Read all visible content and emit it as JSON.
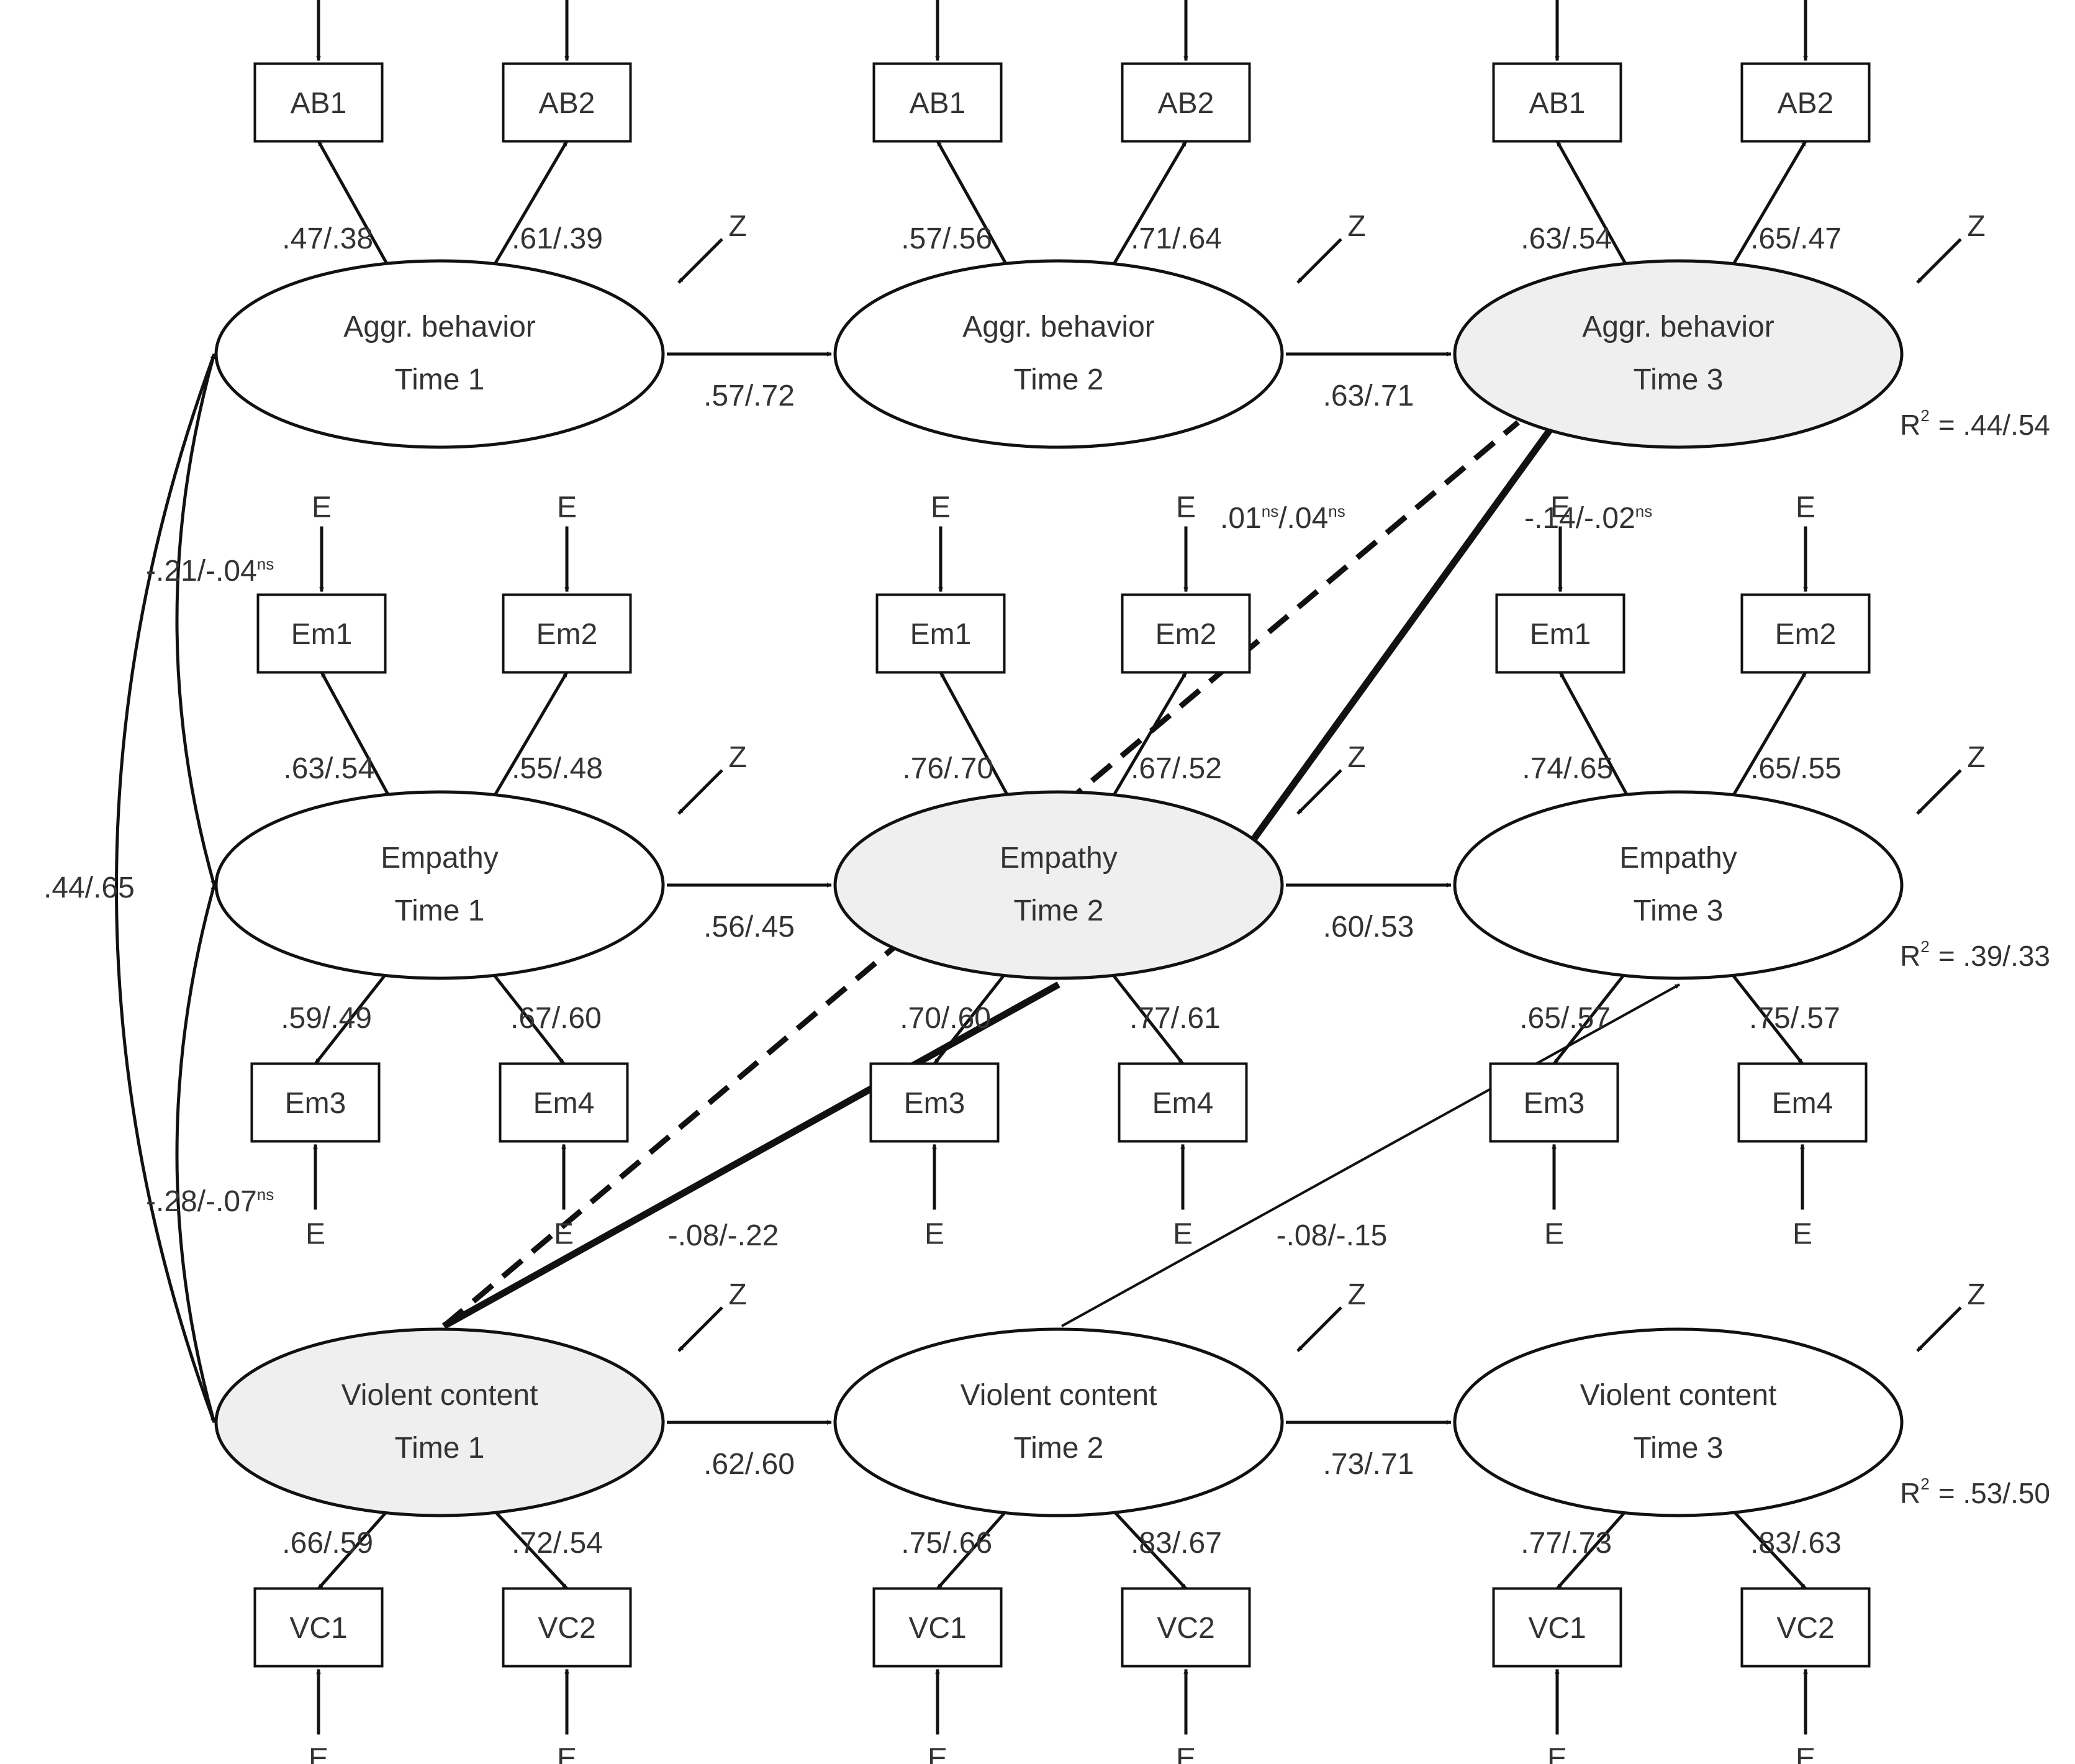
{
  "latents": {
    "ab1": {
      "name": "Aggr. behavior",
      "time": "Time 1"
    },
    "ab2": {
      "name": "Aggr. behavior",
      "time": "Time 2"
    },
    "ab3": {
      "name": "Aggr. behavior",
      "time": "Time 3"
    },
    "em1": {
      "name": "Empathy",
      "time": "Time 1"
    },
    "em2": {
      "name": "Empathy",
      "time": "Time 2"
    },
    "em3": {
      "name": "Empathy",
      "time": "Time 3"
    },
    "vc1": {
      "name": "Violent content",
      "time": "Time 1"
    },
    "vc2": {
      "name": "Violent content",
      "time": "Time 2"
    },
    "vc3": {
      "name": "Violent content",
      "time": "Time 3"
    }
  },
  "indicators": {
    "ab": [
      "AB1",
      "AB2"
    ],
    "em": [
      "Em1",
      "Em2",
      "Em3",
      "Em4"
    ],
    "vc": [
      "VC1",
      "VC2"
    ]
  },
  "error_label": "E",
  "disturbance_label": "Z",
  "loadings": {
    "ab1": [
      ".47/.38",
      ".61/.39"
    ],
    "ab2": [
      ".57/.56",
      ".71/.64"
    ],
    "ab3": [
      ".63/.54",
      ".65/.47"
    ],
    "em1": [
      ".63/.54",
      ".55/.48",
      ".59/.49",
      ".67/.60"
    ],
    "em2": [
      ".76/.70",
      ".67/.52",
      ".70/.60",
      ".77/.61"
    ],
    "em3": [
      ".74/.65",
      ".65/.55",
      ".65/.57",
      ".75/.57"
    ],
    "vc1": [
      ".66/.59",
      ".72/.54"
    ],
    "vc2": [
      ".75/.66",
      ".83/.67"
    ],
    "vc3": [
      ".77/.73",
      ".83/.63"
    ]
  },
  "paths": {
    "ab1_ab2": ".57/.72",
    "ab2_ab3": ".63/.71",
    "em1_em2": ".56/.45",
    "em2_em3": ".60/.53",
    "vc1_vc2": ".62/.60",
    "vc2_vc3": ".73/.71",
    "em2_ab3": "-.14/-.02",
    "em2_ab3_sup": "ns",
    "vc1_ab3_a": ".01",
    "vc1_ab3_a_sup": "ns",
    "vc1_ab3_b": "/.04",
    "vc1_ab3_b_sup": "ns",
    "vc1_em2": "-.08/-.22",
    "vc2_em3": "-.08/-.15"
  },
  "covariances": {
    "ab_em": "-.21/-.04",
    "ab_em_sup": "ns",
    "ab_vc": ".44/.65",
    "em_vc": "-.28/-.07",
    "em_vc_sup": "ns"
  },
  "r2": {
    "label": "R",
    "sup": "2",
    "ab3": "= .44/.54",
    "em3": "= .39/.33",
    "vc3": "= .53/.50"
  },
  "colors": {
    "line": "#111111",
    "text": "#333333",
    "highlight_fill": "#efefef"
  }
}
